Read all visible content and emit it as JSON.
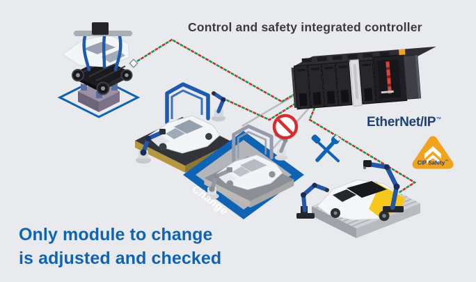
{
  "scene": {
    "title": "Control and safety integrated controller",
    "change_label": "Change",
    "message": {
      "line1": "Only module to change",
      "line2": "is adjusted and checked"
    }
  },
  "brands": {
    "ethernet_ip": {
      "label": "EtherNet/IP",
      "tm": "™"
    },
    "cip_safety": {
      "label": "CIP Safety",
      "tm": "™"
    }
  },
  "icons": {
    "prohibition-icon": "circle with diagonal slash ⊘",
    "maintenance-tools-icon": "crossed screwdriver and wrench",
    "cip-safety-badge": "rounded orange triangle with double white chevron",
    "controller-rack": "black modular PLC rack, isometric",
    "connector-node-icon": "small white diamond connector",
    "safety-network-line": "red/green alternating dashed route",
    "inactive-network-line": "solid gray route"
  },
  "colors": {
    "background": "#e8eaed",
    "accent_blue": "#0f63b4",
    "title_gray": "#3b3b3d",
    "dash_red": "#d22b2b",
    "dash_green": "#159a43",
    "line_gray": "#b9bcc0",
    "prohibition_red": "#d62e2e",
    "ethernet_navy": "#1d4076",
    "cip_orange": "#f2a31c",
    "robot_blue": "#2456a8",
    "car_yellow": "#f6c81d",
    "conveyor_gold": "#b5973f"
  }
}
